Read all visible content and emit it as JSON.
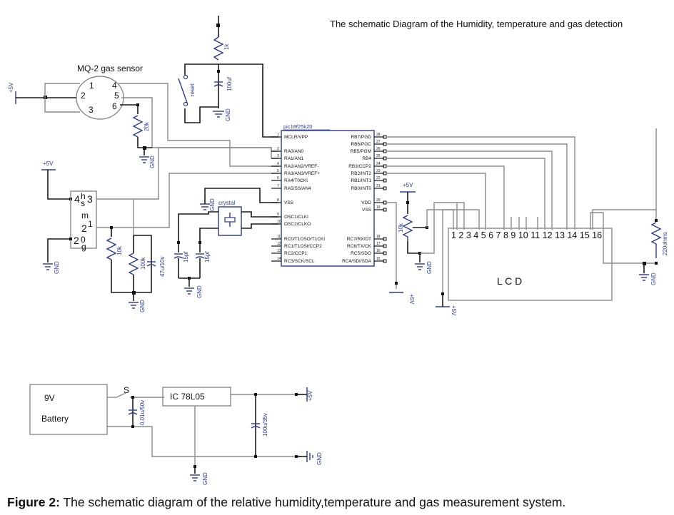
{
  "title": "The schematic Diagram of the  Humidity, temperature and gas detection",
  "caption": {
    "label": "Figure 2:",
    "text": " The schematic diagram of the relative humidity,temperature and gas measurement system."
  },
  "mcu": {
    "name": "pic18f25k20",
    "left_pins": [
      {
        "num": "1",
        "label": "MCLR/VPP"
      },
      {
        "num": "2",
        "label": "RA0/AN0"
      },
      {
        "num": "3",
        "label": "RA1/AN1"
      },
      {
        "num": "4",
        "label": "RA2/AN2/VREF-"
      },
      {
        "num": "5",
        "label": "RA3/AN3/VREF+"
      },
      {
        "num": "6",
        "label": "RA4/T0CKI"
      },
      {
        "num": "7",
        "label": "RA5/SS/AN4"
      },
      {
        "num": "8",
        "label": "VSS"
      },
      {
        "num": "9",
        "label": "OSC1/CLKI"
      },
      {
        "num": "10",
        "label": "OSC2/CLKO"
      },
      {
        "num": "11",
        "label": "RC0/T1OSO/T1CKI"
      },
      {
        "num": "12",
        "label": "RC1/T1OSI/CCP2"
      },
      {
        "num": "13",
        "label": "RC2/CCP1"
      },
      {
        "num": "14",
        "label": "RC3/SCK/SCL"
      }
    ],
    "right_pins": [
      {
        "num": "28",
        "label": "RB7/PGD"
      },
      {
        "num": "27",
        "label": "RB6/PGC"
      },
      {
        "num": "26",
        "label": "RB5/PGM"
      },
      {
        "num": "25",
        "label": "RB4"
      },
      {
        "num": "24",
        "label": "RB3/CCP2"
      },
      {
        "num": "23",
        "label": "RB2/INT2"
      },
      {
        "num": "22",
        "label": "RB1/INT1"
      },
      {
        "num": "21",
        "label": "RB0/INT0"
      },
      {
        "num": "20",
        "label": "VDD"
      },
      {
        "num": "19",
        "label": "VSS"
      },
      {
        "num": "18",
        "label": "RC7/RX/DT"
      },
      {
        "num": "17",
        "label": "RC6/TX/CK"
      },
      {
        "num": "16",
        "label": "RC5/SDO"
      },
      {
        "num": "15",
        "label": "RC4/SDI/SDA"
      }
    ]
  },
  "gas_sensor": {
    "label": "MQ-2 gas sensor",
    "pins": [
      "1",
      "2",
      "3",
      "4",
      "5",
      "6"
    ],
    "load_resistor": "20k"
  },
  "humidity_sensor": {
    "pins_left": [
      "4",
      "2"
    ],
    "pins_right": [
      "3",
      "1"
    ],
    "letters": [
      "h",
      "s",
      "m",
      "0",
      "g"
    ],
    "r1": "10k",
    "r2": "100k",
    "cap": "47u/10v"
  },
  "reset": {
    "switch_label": "reset",
    "resistor": "1k",
    "cap": "100uf"
  },
  "crystal": {
    "label": "crystal",
    "cap1": "15pf",
    "cap2": "15pf"
  },
  "contrast_pot": "10k",
  "lcd": {
    "label": "L C D",
    "pins": "1  2 3  4  5 6 7 8 9 10 11 12 13 14 15 16",
    "backlight_resistor": "220ohms"
  },
  "power": {
    "battery_voltage": "9V",
    "battery_label": "Battery",
    "switch": "S",
    "regulator": "IC  78L05",
    "cap_in": "0.01u/50v",
    "cap_out": "100u/35v",
    "vcc_label": "+5V",
    "gnd_label": "GND"
  },
  "labels": {
    "plus5v": "+5V",
    "gnd": "GND"
  }
}
